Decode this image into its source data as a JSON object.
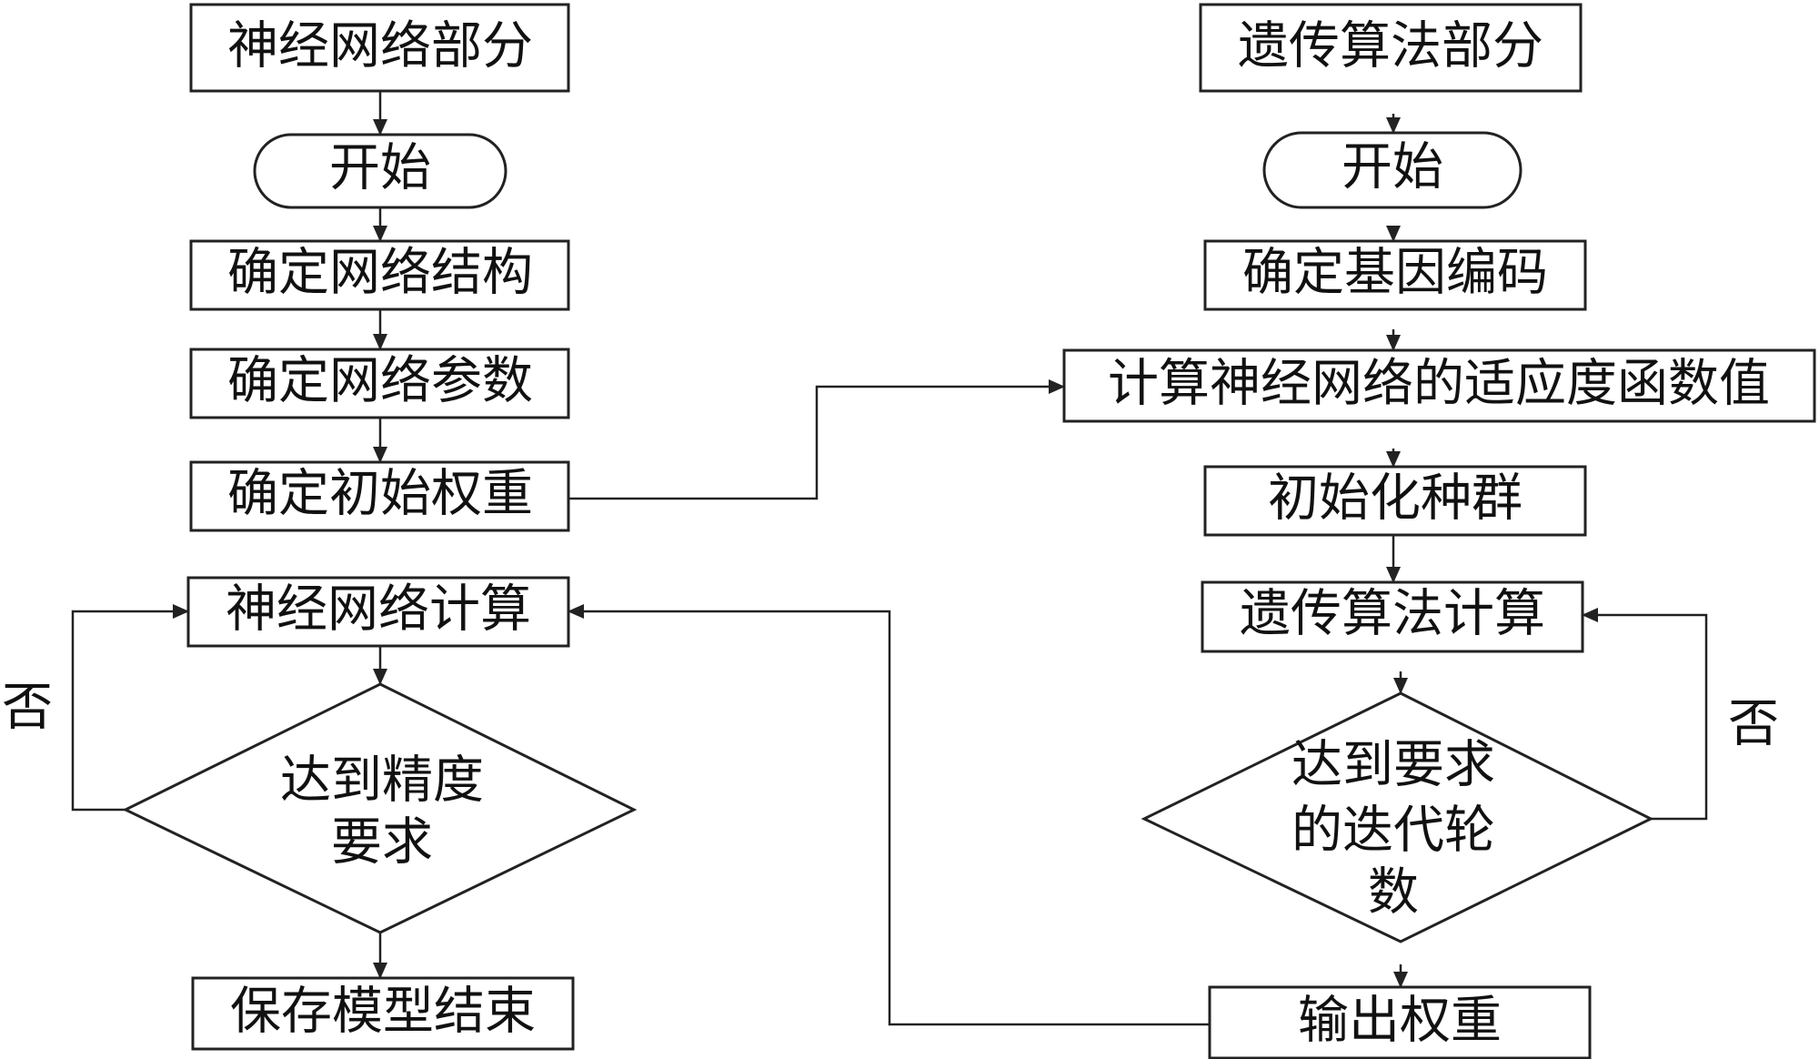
{
  "neural_network": {
    "title": "神经网络部分",
    "start": "开始",
    "determine_structure": "确定网络结构",
    "determine_parameters": "确定网络参数",
    "determine_initial_weights": "确定初始权重",
    "compute": "神经网络计算",
    "decision_line1": "达到精度",
    "decision_line2": "要求",
    "no_label": "否",
    "save_end": "保存模型结束"
  },
  "genetic_algorithm": {
    "title": "遗传算法部分",
    "start": "开始",
    "determine_encoding": "确定基因编码",
    "compute_fitness": "计算神经网络的适应度函数值",
    "init_population": "初始化种群",
    "compute": "遗传算法计算",
    "decision_line1": "达到要求",
    "decision_line2": "的迭代轮",
    "decision_line3": "数",
    "no_label": "否",
    "output_weights": "输出权重"
  }
}
